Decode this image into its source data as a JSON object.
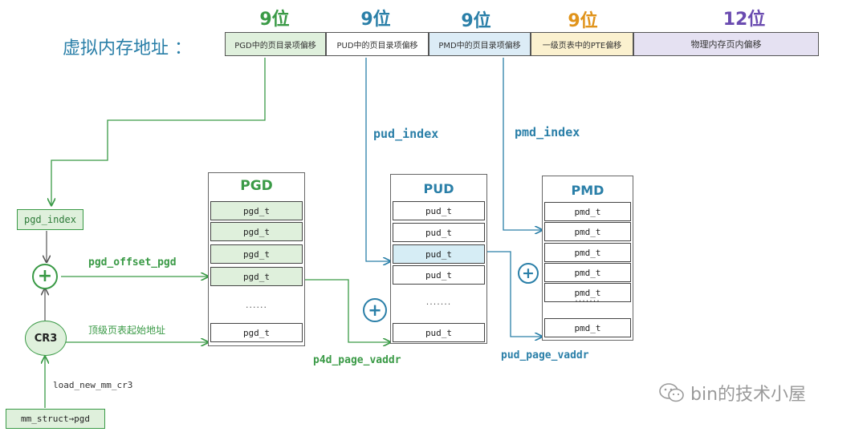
{
  "header": {
    "label": "虚拟内存地址 ：",
    "bits": [
      {
        "text": "9位",
        "color": "#3a9a46"
      },
      {
        "text": "9位",
        "color": "#2a7fa8"
      },
      {
        "text": "9位",
        "color": "#2a7fa8"
      },
      {
        "text": "9位",
        "color": "#e0931a"
      },
      {
        "text": "12位",
        "color": "#6a4bb0"
      }
    ],
    "segments": [
      {
        "text": "PGD中的页目录项偏移",
        "bg": "#dff0dc"
      },
      {
        "text": "PUD中的页目录项偏移",
        "bg": "#ffffff"
      },
      {
        "text": "PMD中的页目录项偏移",
        "bg": "#dcecf6"
      },
      {
        "text": "一级页表中的PTE偏移",
        "bg": "#fbf1cf"
      },
      {
        "text": "物理内存页内偏移",
        "bg": "#e5e1f2"
      }
    ]
  },
  "left": {
    "pgd_index": "pgd_index",
    "plus": "+",
    "cr3": "CR3",
    "mm_struct": "mm_struct→pgd",
    "load_label": "load_new_mm_cr3",
    "pgd_offset_label": "pgd_offset_pgd",
    "top_table_label": "顶级页表起始地址"
  },
  "pgd": {
    "title": "PGD",
    "rows": [
      "pgd_t",
      "pgd_t",
      "pgd_t",
      "pgd_t"
    ],
    "dots": "......",
    "last": "pgd_t"
  },
  "pud": {
    "title": "PUD",
    "rows": [
      "pud_t",
      "pud_t",
      "pud_t",
      "pud_t"
    ],
    "dots": ".......",
    "last": "pud_t"
  },
  "pmd": {
    "title": "PMD",
    "rows": [
      "pmd_t",
      "pmd_t",
      "pmd_t",
      "pmd_t",
      "pmd_t"
    ],
    "dots": ".......",
    "last": "pmd_t"
  },
  "labels": {
    "pud_index": "pud_index",
    "pmd_index": "pmd_index",
    "p4d_page_vaddr": "p4d_page_vaddr",
    "pud_page_vaddr": "pud_page_vaddr",
    "plus": "+"
  },
  "watermark": "bin的技术小屋",
  "colors": {
    "green": "#3a9a46",
    "blue": "#2a7fa8",
    "green_fill": "#dff0dc",
    "blue_fill": "#d6edf5"
  }
}
